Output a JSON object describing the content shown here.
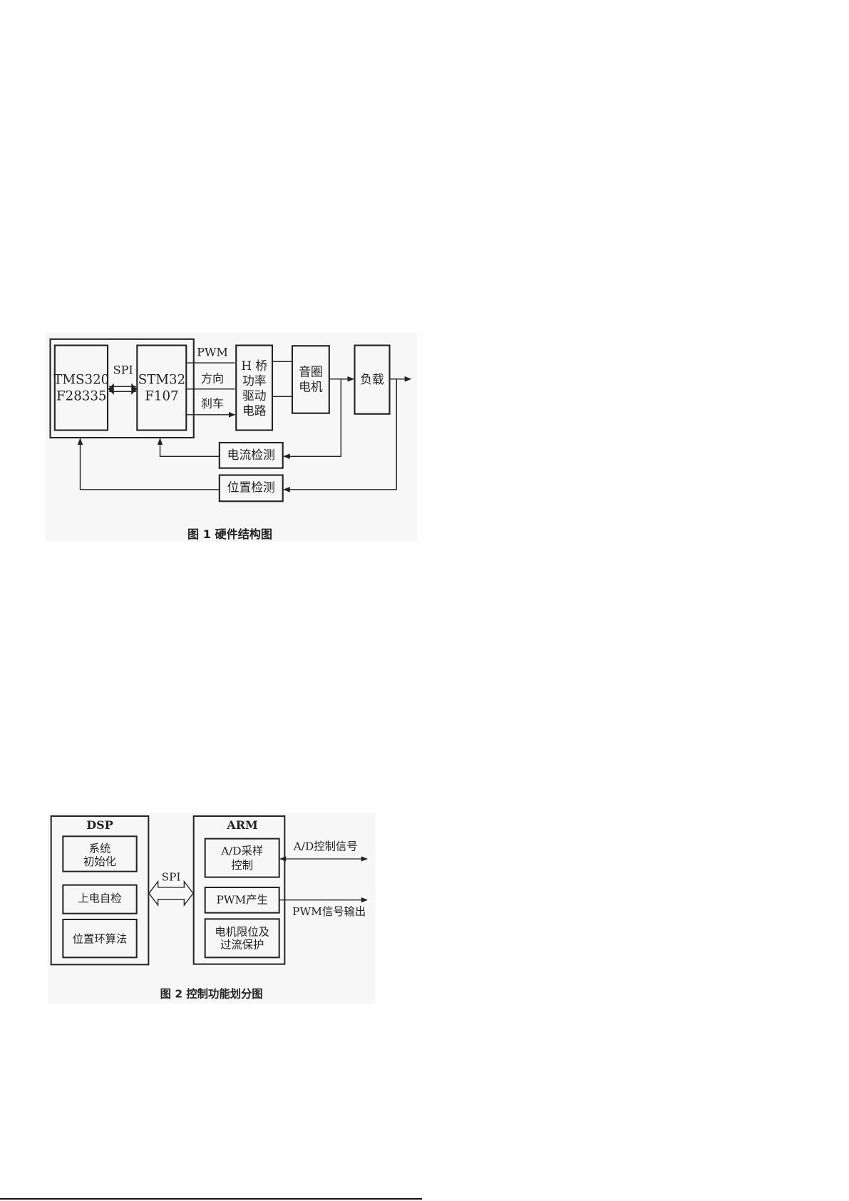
{
  "figure1": {
    "tms": [
      "TMS320",
      "F28335"
    ],
    "spi": "SPI",
    "stm": [
      "STM32",
      "F107"
    ],
    "signals": [
      "PWM",
      "方向",
      "刹车"
    ],
    "hbridge": [
      "H 桥",
      "功率",
      "驱动",
      "电路"
    ],
    "motor": [
      "音圈",
      "电机"
    ],
    "load": "负载",
    "current": "电流检测",
    "position": "位置检测",
    "caption": "图 1   硬件结构图"
  },
  "figure2": {
    "dsp": "DSP",
    "dsp_items": [
      [
        "系统",
        "初始化"
      ],
      [
        "上电自检"
      ],
      [
        "位置环算法"
      ]
    ],
    "spi": "SPI",
    "arm": "ARM",
    "arm_items": [
      [
        "A/D采样",
        "控制"
      ],
      [
        "PWM产生"
      ],
      [
        "电机限位及",
        "过流保护"
      ]
    ],
    "ad_signal": "A/D控制信号",
    "pwm_out": "PWM信号输出",
    "caption": "图 2   控制功能划分图"
  }
}
